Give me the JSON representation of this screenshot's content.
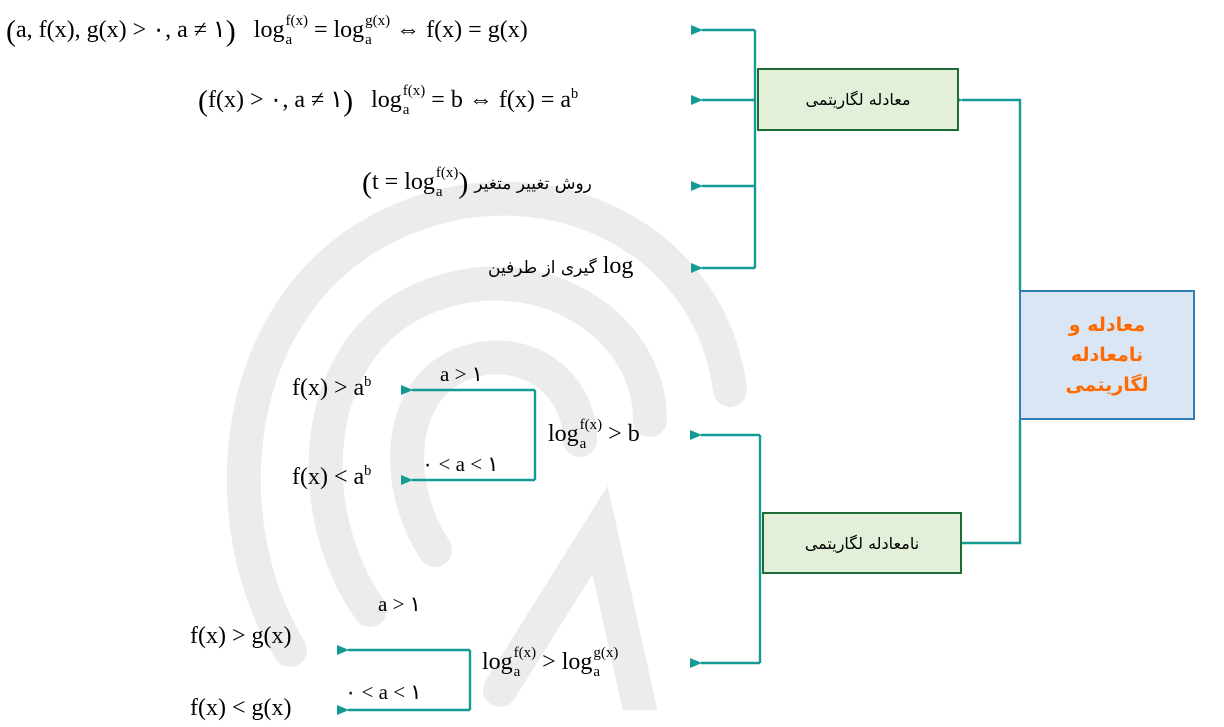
{
  "root": {
    "lines": [
      "معادله و",
      "نامعادله",
      "لگاریتمی"
    ]
  },
  "eq_box": {
    "label": "معادله لگاریتمی"
  },
  "ineq_box": {
    "label": "نامعادله لگاریتمی"
  },
  "eq_items": {
    "item1": {
      "cond_a": "a",
      "cond_f": "f",
      "cond_g": "g",
      "cond_rest": "> ٠, a ≠ ١",
      "x": "(x)",
      "log": "log",
      "base": "a",
      "eq": "=",
      "iff": "⇔",
      "rhs_f": "f",
      "rhs_g": "g"
    },
    "item2": {
      "cond": "f(x) > ٠, a ≠ ١",
      "log": "log",
      "base": "a",
      "sup": "f(x)",
      "eq": "= b",
      "iff": "⇔",
      "rhs": "f(x) = a",
      "rhs_sup": "b"
    },
    "item3": {
      "text": "روش تغییر متغیر",
      "t": "t =",
      "log": "log",
      "base": "a",
      "sup": "f(x)"
    },
    "item4": {
      "log": "log",
      "text": "گیری از طرفین"
    }
  },
  "ineq1": {
    "lhs_log": "log",
    "lhs_base": "a",
    "lhs_sup": "f(x)",
    "lhs_rhs": "> b",
    "res1": "f(x) > a",
    "res1_sup": "b",
    "cond1": "a > ١",
    "res2": "f(x) < a",
    "res2_sup": "b",
    "cond2": "٠ < a < ١"
  },
  "ineq2": {
    "log": "log",
    "base": "a",
    "sup1": "f(x)",
    "gt": ">",
    "sup2": "g(x)",
    "res1": "f(x) > g(x)",
    "cond1": "a > ١",
    "res2": "f(x) < g(x)",
    "cond2": "٠ < a < ١"
  },
  "colors": {
    "arrow": "#159a96",
    "green_box_fill": "#e2efd9",
    "green_box_border": "#1f6b33",
    "root_fill": "#dae6f3",
    "root_border": "#2f7fb8",
    "root_text": "#ff6a00"
  }
}
